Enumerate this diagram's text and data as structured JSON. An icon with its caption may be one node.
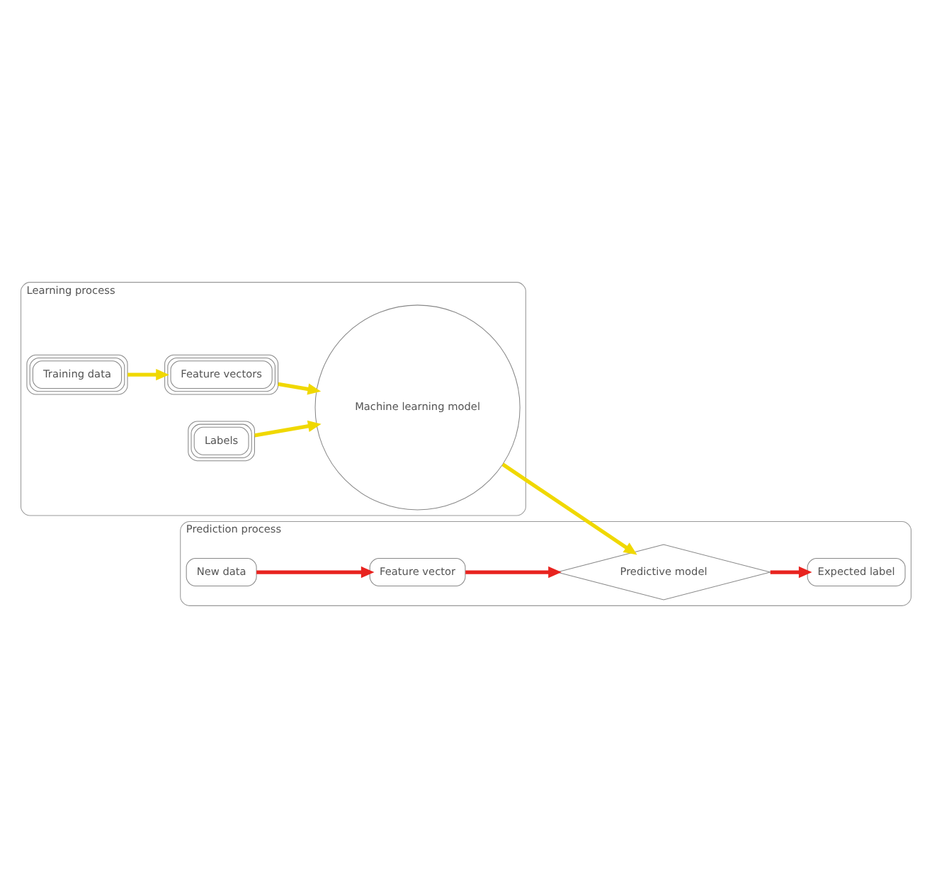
{
  "diagram": {
    "nodes": [
      {
        "text": [
          "Learning process"
        ]
      },
      {
        "text": [
          "Training data"
        ],
        "in": 0
      },
      {
        "text": [
          "Feature vectors"
        ],
        "in": 0
      },
      {
        "text": [
          "Labels"
        ],
        "in": 0
      },
      {
        "text": [
          "Machine learning model"
        ],
        "in": 0
      },
      {
        "text": [
          "Prediction process"
        ]
      },
      {
        "text": [
          "New data"
        ],
        "in": 5
      },
      {
        "text": [
          "Feature vector"
        ],
        "in": 5
      },
      {
        "text": [
          "Predictive model"
        ],
        "in": 5
      },
      {
        "text": [
          "Expected label"
        ],
        "in": 5
      }
    ],
    "edges": [
      {
        "from": 1,
        "to": 2,
        "arrow": "to"
      },
      {
        "from": 2,
        "to": 4,
        "arrow": "to"
      },
      {
        "from": 3,
        "to": 4,
        "arrow": "to"
      },
      {
        "from": 4,
        "to": 8,
        "arrow": "to"
      },
      {
        "from": 6,
        "to": 7,
        "arrow": "to",
        "color": "#e8231f"
      },
      {
        "from": 7,
        "to": 8,
        "arrow": "to",
        "color": "#e8231f"
      },
      {
        "from": 8,
        "to": 9,
        "arrow": "to",
        "color": "#e8231f"
      }
    ]
  }
}
